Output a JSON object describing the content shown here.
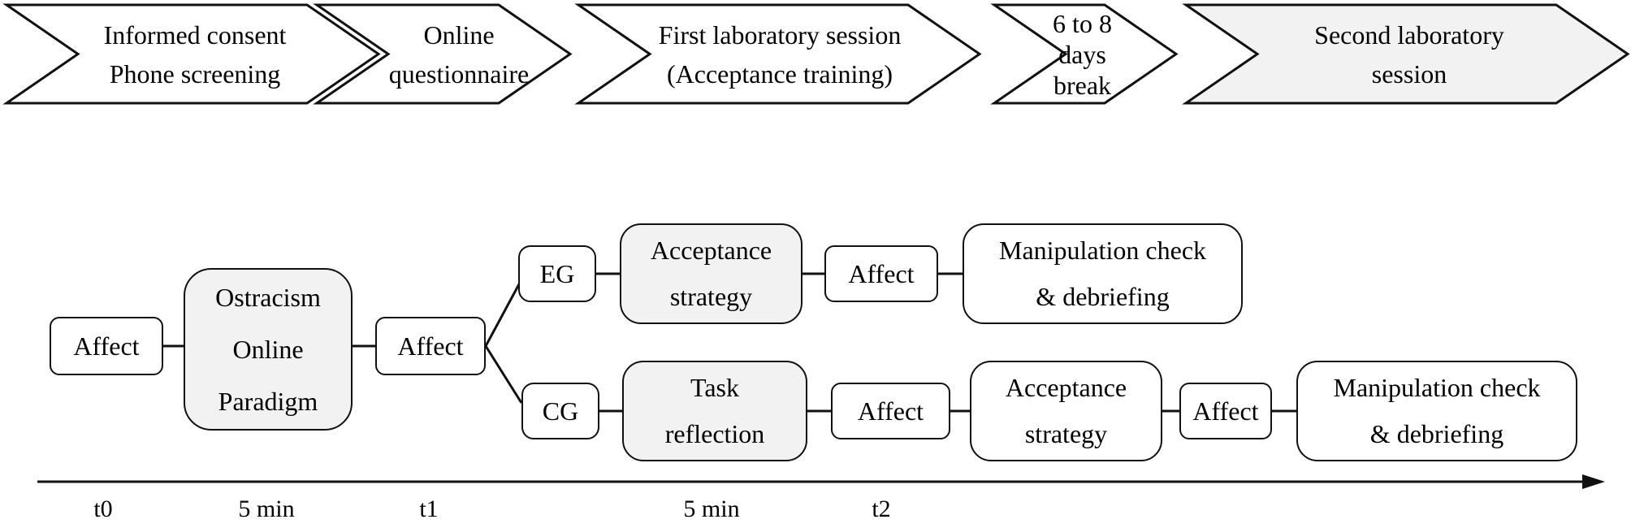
{
  "figure": {
    "type": "study-procedure-flow-diagram"
  },
  "colors": {
    "shaded_fill": "#f2f2f2",
    "plain_fill": "#ffffff",
    "line": "#111111"
  },
  "phases": [
    {
      "lines": [
        "Informed consent",
        "Phone screening"
      ],
      "fill": "#ffffff"
    },
    {
      "lines": [
        "Online",
        "questionnaire"
      ],
      "fill": "#ffffff"
    },
    {
      "lines": [
        "First laboratory session",
        "(Acceptance training)"
      ],
      "fill": "#ffffff"
    },
    {
      "lines": [
        "6 to 8",
        "days",
        "break"
      ],
      "fill": "#ffffff"
    },
    {
      "lines": [
        "Second laboratory",
        "session"
      ],
      "fill": "#f2f2f2"
    }
  ],
  "boxes": {
    "affect1": {
      "label": "Affect"
    },
    "oop": {
      "lines": [
        "Ostracism",
        "Online",
        "Paradigm"
      ]
    },
    "affect2": {
      "label": "Affect"
    },
    "eg": {
      "label": "EG"
    },
    "acceptance_eg": {
      "lines": [
        "Acceptance",
        "strategy"
      ]
    },
    "affect3": {
      "label": "Affect"
    },
    "manipulation_eg": {
      "lines": [
        "Manipulation check",
        "& debriefing"
      ]
    },
    "cg": {
      "label": "CG"
    },
    "task_reflection": {
      "lines": [
        "Task",
        "reflection"
      ]
    },
    "affect4": {
      "label": "Affect"
    },
    "acceptance_cg": {
      "lines": [
        "Acceptance",
        "strategy"
      ]
    },
    "affect5": {
      "label": "Affect"
    },
    "manipulation_cg": {
      "lines": [
        "Manipulation check",
        "& debriefing"
      ]
    }
  },
  "timeline": {
    "labels": [
      "t0",
      "5 min",
      "t1",
      "5 min",
      "t2"
    ]
  }
}
